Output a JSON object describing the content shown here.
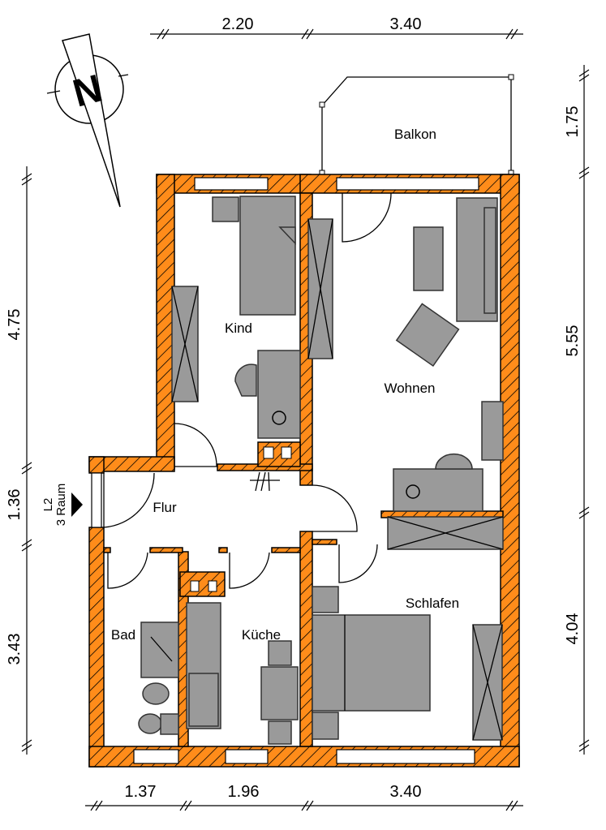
{
  "plan": {
    "unit_label": "L2",
    "unit_type": "3 Raum",
    "north_label": "N",
    "colors": {
      "wall": "#FF8C1A",
      "furniture": "#9A9A9A"
    },
    "rooms": {
      "balkon": "Balkon",
      "kind": "Kind",
      "wohnen": "Wohnen",
      "flur": "Flur",
      "schlafen": "Schlafen",
      "bad": "Bad",
      "kueche": "Küche"
    },
    "dimensions": {
      "top": [
        "2.20",
        "3.40"
      ],
      "bottom": [
        "1.37",
        "1.96",
        "3.40"
      ],
      "left": [
        "4.75",
        "1.36",
        "3.43"
      ],
      "right": [
        "1.75",
        "5.55",
        "4.04"
      ]
    }
  }
}
